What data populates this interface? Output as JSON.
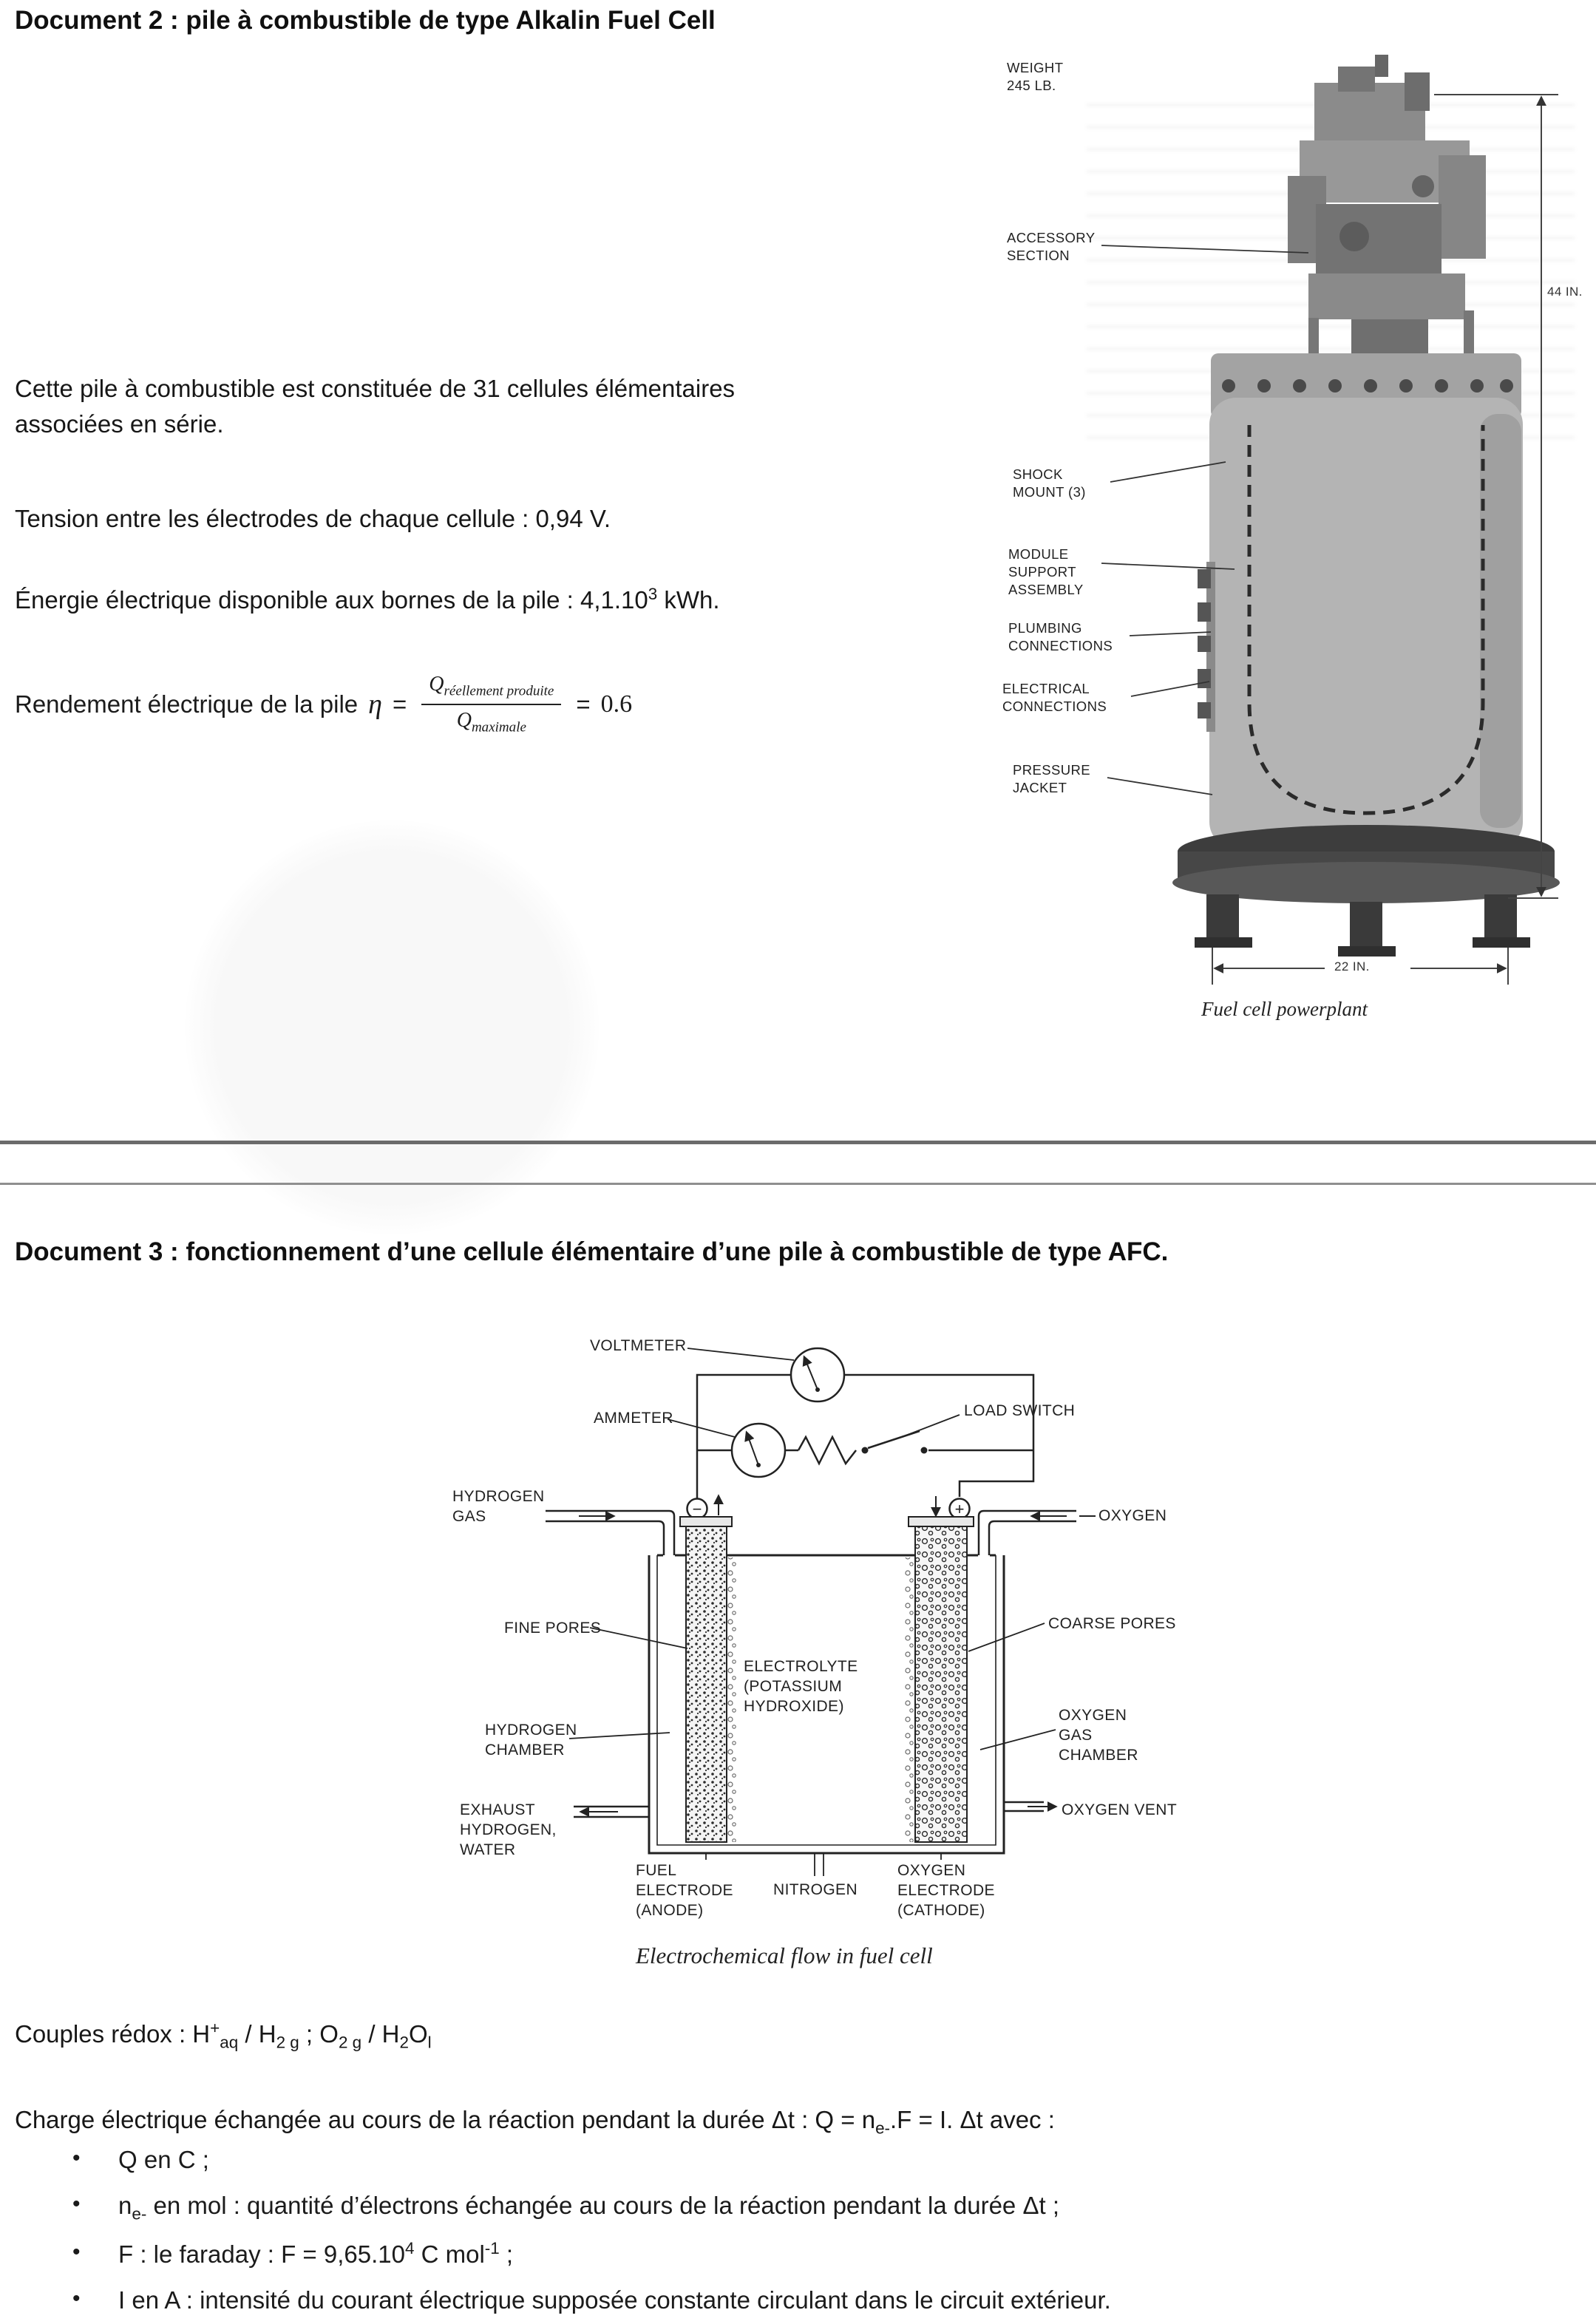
{
  "doc2": {
    "title": "Document 2 : pile à combustible de type Alkalin Fuel Cell",
    "para_cells": "Cette pile à combustible est constituée de 31 cellules élémentaires\nassociées en série.",
    "para_tension": "Tension entre les électrodes de chaque cellule : 0,94 V.",
    "para_energie": [
      {
        "t": "Énergie électrique disponible aux bornes de la pile : 4,1.10"
      },
      {
        "t": "3",
        "s": "sup"
      },
      {
        "t": " kWh."
      }
    ],
    "formula": {
      "prefix": "Rendement électrique de la pile",
      "eta": "η",
      "equals1": "=",
      "num": [
        {
          "t": "Q"
        },
        {
          "t": "réellement produite",
          "s": "sub"
        }
      ],
      "den": [
        {
          "t": "Q"
        },
        {
          "t": "maximale",
          "s": "sub"
        }
      ],
      "equals2": "=",
      "value": "0.6"
    },
    "figure1": {
      "labels": {
        "weight": "WEIGHT\n245 LB.",
        "accessory": "ACCESSORY\nSECTION",
        "shock": "SHOCK\nMOUNT (3)",
        "module": "MODULE\nSUPPORT\nASSEMBLY",
        "plumbing": "PLUMBING\nCONNECTIONS",
        "electrical": "ELECTRICAL\nCONNECTIONS",
        "pressure": "PRESSURE\nJACKET"
      },
      "dims": {
        "height": "44 IN.",
        "width": "22 IN."
      },
      "caption": "Fuel cell powerplant"
    }
  },
  "doc3": {
    "title": "Document 3 : fonctionnement d’une cellule élémentaire d’une pile à combustible de type AFC.",
    "figure2": {
      "labels": {
        "voltmeter": "VOLTMETER",
        "ammeter": "AMMETER",
        "load_switch": "LOAD SWITCH",
        "hydrogen_gas": "HYDROGEN\nGAS",
        "oxygen": "OXYGEN",
        "fine_pores": "FINE PORES",
        "coarse_pores": "COARSE PORES",
        "electrolyte": "ELECTROLYTE\n(POTASSIUM\nHYDROXIDE)",
        "hydrogen_chamber": "HYDROGEN\nCHAMBER",
        "oxygen_gas_chamber": "OXYGEN\nGAS\nCHAMBER",
        "exhaust": "EXHAUST\nHYDROGEN,\nWATER",
        "oxygen_vent": "OXYGEN VENT",
        "fuel_electrode": "FUEL\nELECTRODE\n(ANODE)",
        "nitrogen": "NITROGEN",
        "oxygen_electrode": "OXYGEN\nELECTRODE\n(CATHODE)"
      },
      "terminals": {
        "minus": "−",
        "plus": "+"
      },
      "caption": "Electrochemical flow in fuel cell"
    },
    "couples": [
      {
        "t": "Couples rédox : H"
      },
      {
        "t": "+",
        "s": "sup"
      },
      {
        "t": "aq",
        "s": "sub"
      },
      {
        "t": " / H"
      },
      {
        "t": "2 g",
        "s": "sub"
      },
      {
        "t": " ; O"
      },
      {
        "t": "2 g",
        "s": "sub"
      },
      {
        "t": " / H"
      },
      {
        "t": "2",
        "s": "sub"
      },
      {
        "t": "O"
      },
      {
        "t": "l",
        "s": "sub"
      }
    ],
    "charge_intro": [
      {
        "t": "Charge électrique échangée au cours de la réaction pendant la durée Δt : Q = n"
      },
      {
        "t": "e-",
        "s": "sub"
      },
      {
        "t": ".F = I. Δt  avec :"
      }
    ],
    "bullets": [
      {
        "marker": "•",
        "segs": [
          {
            "t": "Q en C ;"
          }
        ]
      },
      {
        "marker": "•",
        "segs": [
          {
            "t": "n"
          },
          {
            "t": "e-",
            "s": "sub"
          },
          {
            "t": " en mol : quantité d’électrons échangée au cours de la réaction pendant la durée Δt ;"
          }
        ]
      },
      {
        "marker": "•",
        "segs": [
          {
            "t": "F : le faraday : F = 9,65.10"
          },
          {
            "t": "4",
            "s": "sup"
          },
          {
            "t": " C mol"
          },
          {
            "t": "-1",
            "s": "sup"
          },
          {
            "t": " ;"
          }
        ]
      },
      {
        "marker": "•",
        "segs": [
          {
            "t": "I en A : intensité du courant électrique supposée constante circulant dans le circuit extérieur."
          }
        ]
      }
    ]
  }
}
